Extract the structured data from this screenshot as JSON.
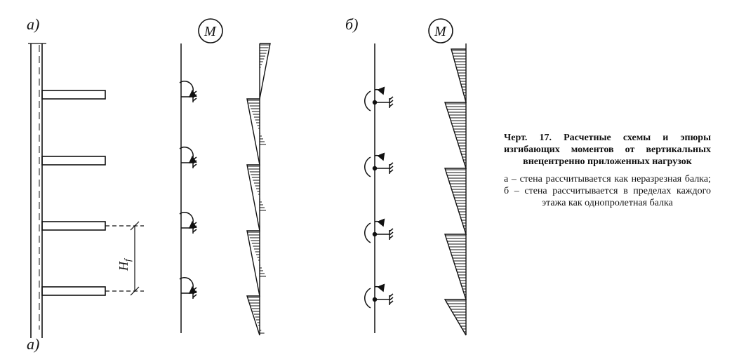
{
  "figure": {
    "label_a": "а)",
    "label_b": "б)",
    "moment_symbol": "М",
    "height_label": "Н",
    "height_subscript": "f"
  },
  "caption": {
    "title": "Черт. 17. Расчетные схемы и эпюры изгибающих моментов от вертикальных внецентренно приложенных нагрузок",
    "legend": "а – стена рассчитывается как неразрезная балка; б – стена рассчитывается в пределах каждого этажа как однопролетная балка"
  },
  "colors": {
    "ink": "#111111",
    "background": "#ffffff"
  }
}
